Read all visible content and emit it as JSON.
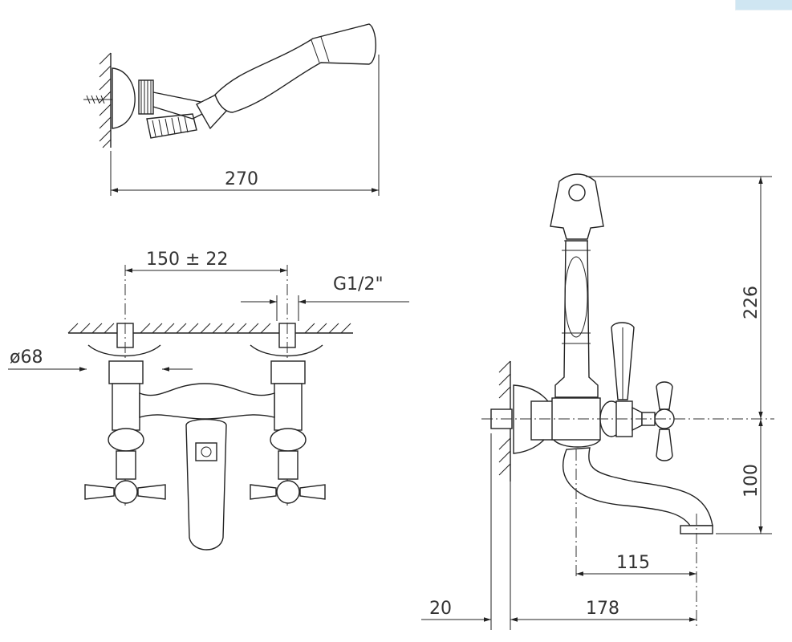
{
  "dimensions": {
    "handshower_length": "270",
    "inlet_spacing": "150 ± 22",
    "thread": "G1/2\"",
    "rosette_diameter": "ø68",
    "height_above_axis": "226",
    "spout_drop": "100",
    "spout_reach_from_body": "115",
    "wall_projection": "20",
    "total_reach": "178"
  },
  "colors": {
    "line": "#222222",
    "corner_tab": "#cfe6f2"
  }
}
